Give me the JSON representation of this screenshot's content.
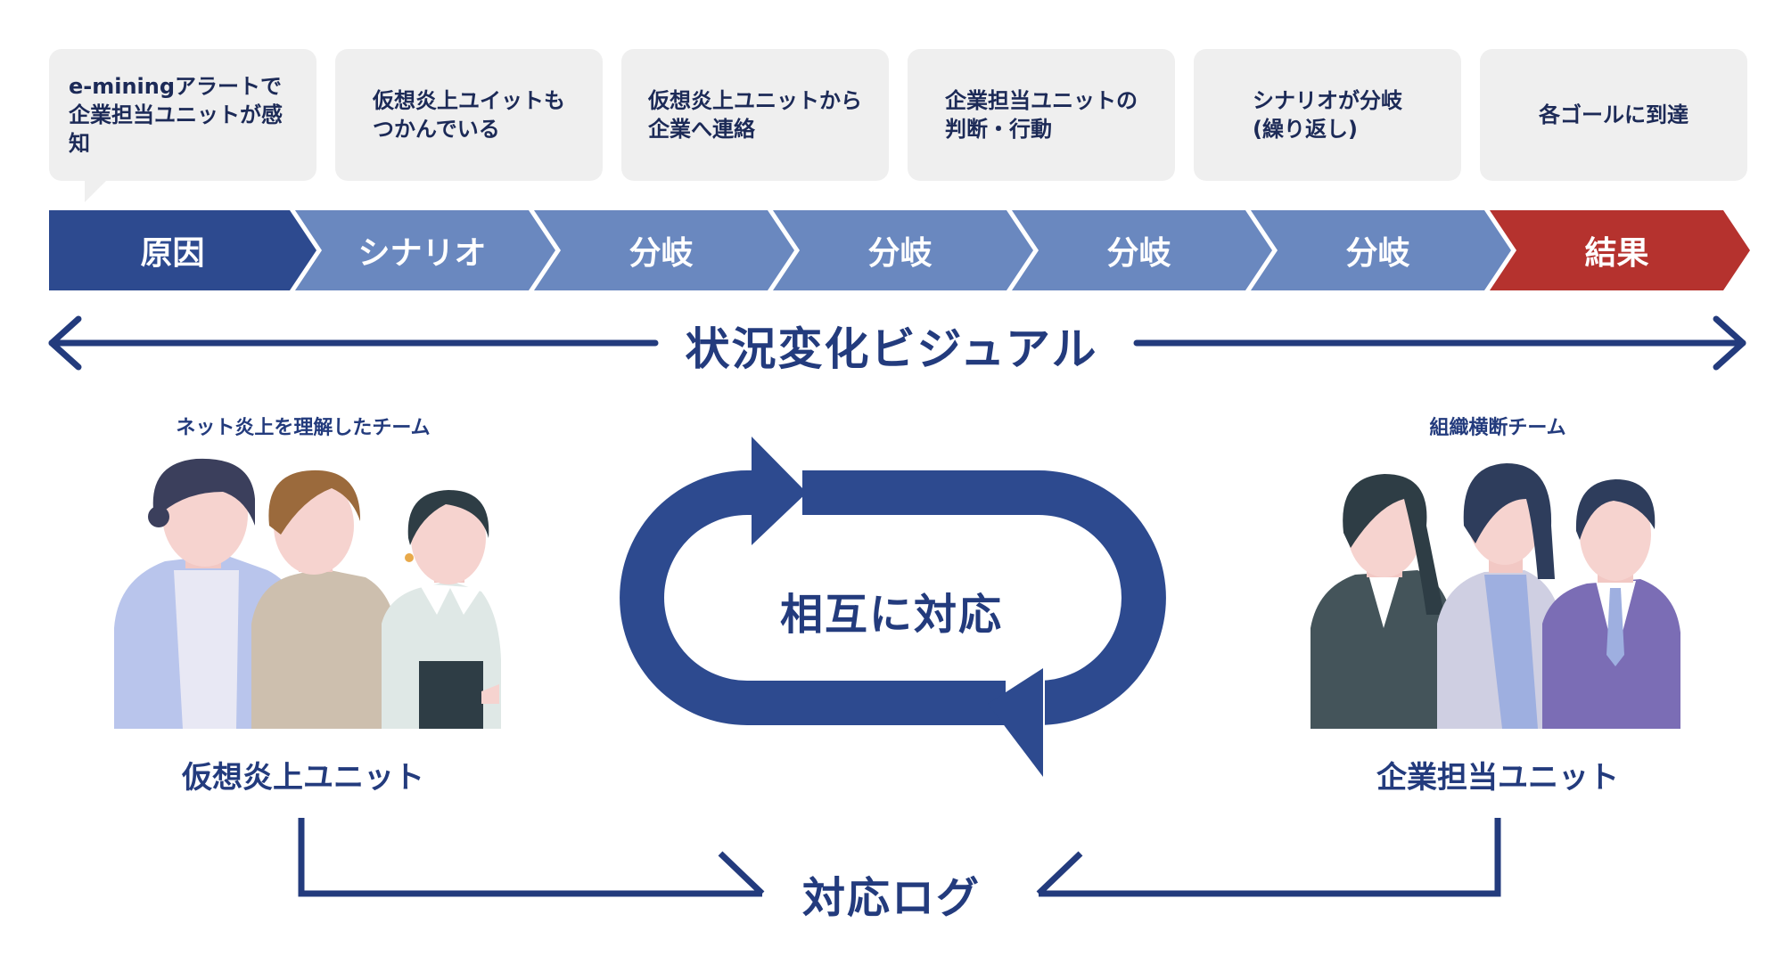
{
  "bubbles": [
    {
      "text": "e-miningアラートで\n企業担当ユニットが感知"
    },
    {
      "text": "仮想炎上ユイットも\nつかんでいる"
    },
    {
      "text": "仮想炎上ユニットから\n企業へ連絡"
    },
    {
      "text": "企業担当ユニットの\n判断・行動"
    },
    {
      "text": "シナリオが分岐\n(繰り返し)"
    },
    {
      "text": "各ゴールに到達"
    }
  ],
  "steps": [
    {
      "label": "原因",
      "color": "#2d4a8f"
    },
    {
      "label": "シナリオ",
      "color": "#6a88bf"
    },
    {
      "label": "分岐",
      "color": "#6a88bf"
    },
    {
      "label": "分岐",
      "color": "#6a88bf"
    },
    {
      "label": "分岐",
      "color": "#6a88bf"
    },
    {
      "label": "分岐",
      "color": "#6a88bf"
    },
    {
      "label": "結果",
      "color": "#b5322e"
    }
  ],
  "visual_label": "状況変化ビジュアル",
  "left_team": {
    "caption": "ネット炎上を理解したチーム",
    "unit": "仮想炎上ユニット"
  },
  "right_team": {
    "caption": "組織横断チーム",
    "unit": "企業担当ユニット"
  },
  "cycle_label": "相互に対応",
  "log_label": "対応ログ",
  "colors": {
    "navy": "#2d4a8f",
    "light_blue": "#6a88bf",
    "red": "#b5322e",
    "bubble_bg": "#efefef"
  }
}
